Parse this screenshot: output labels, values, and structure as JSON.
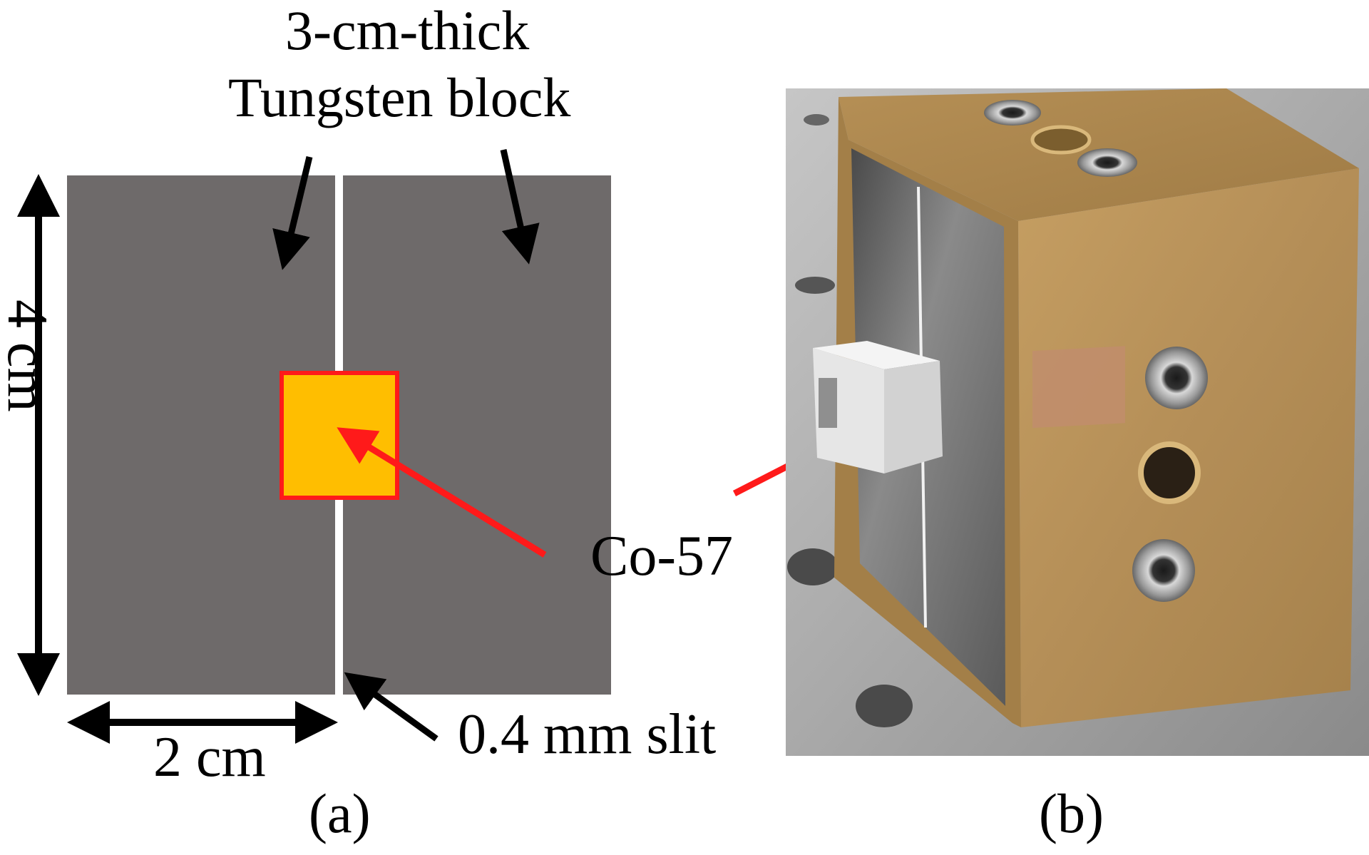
{
  "diagram": {
    "title_line1": "3-cm-thick",
    "title_line2": "Tungsten block",
    "height_label": "4 cm",
    "width_label": "2 cm",
    "slit_label": "0.4 mm slit",
    "source_label": "Co-57",
    "panel_a": "(a)",
    "panel_b": "(b)"
  },
  "colors": {
    "tungsten": "#6e6a6a",
    "source_fill": "#ffbe00",
    "source_border": "#ff1a1a",
    "arrow_black": "#000000",
    "arrow_red": "#ff1a1a",
    "brass": "#b9935a"
  }
}
